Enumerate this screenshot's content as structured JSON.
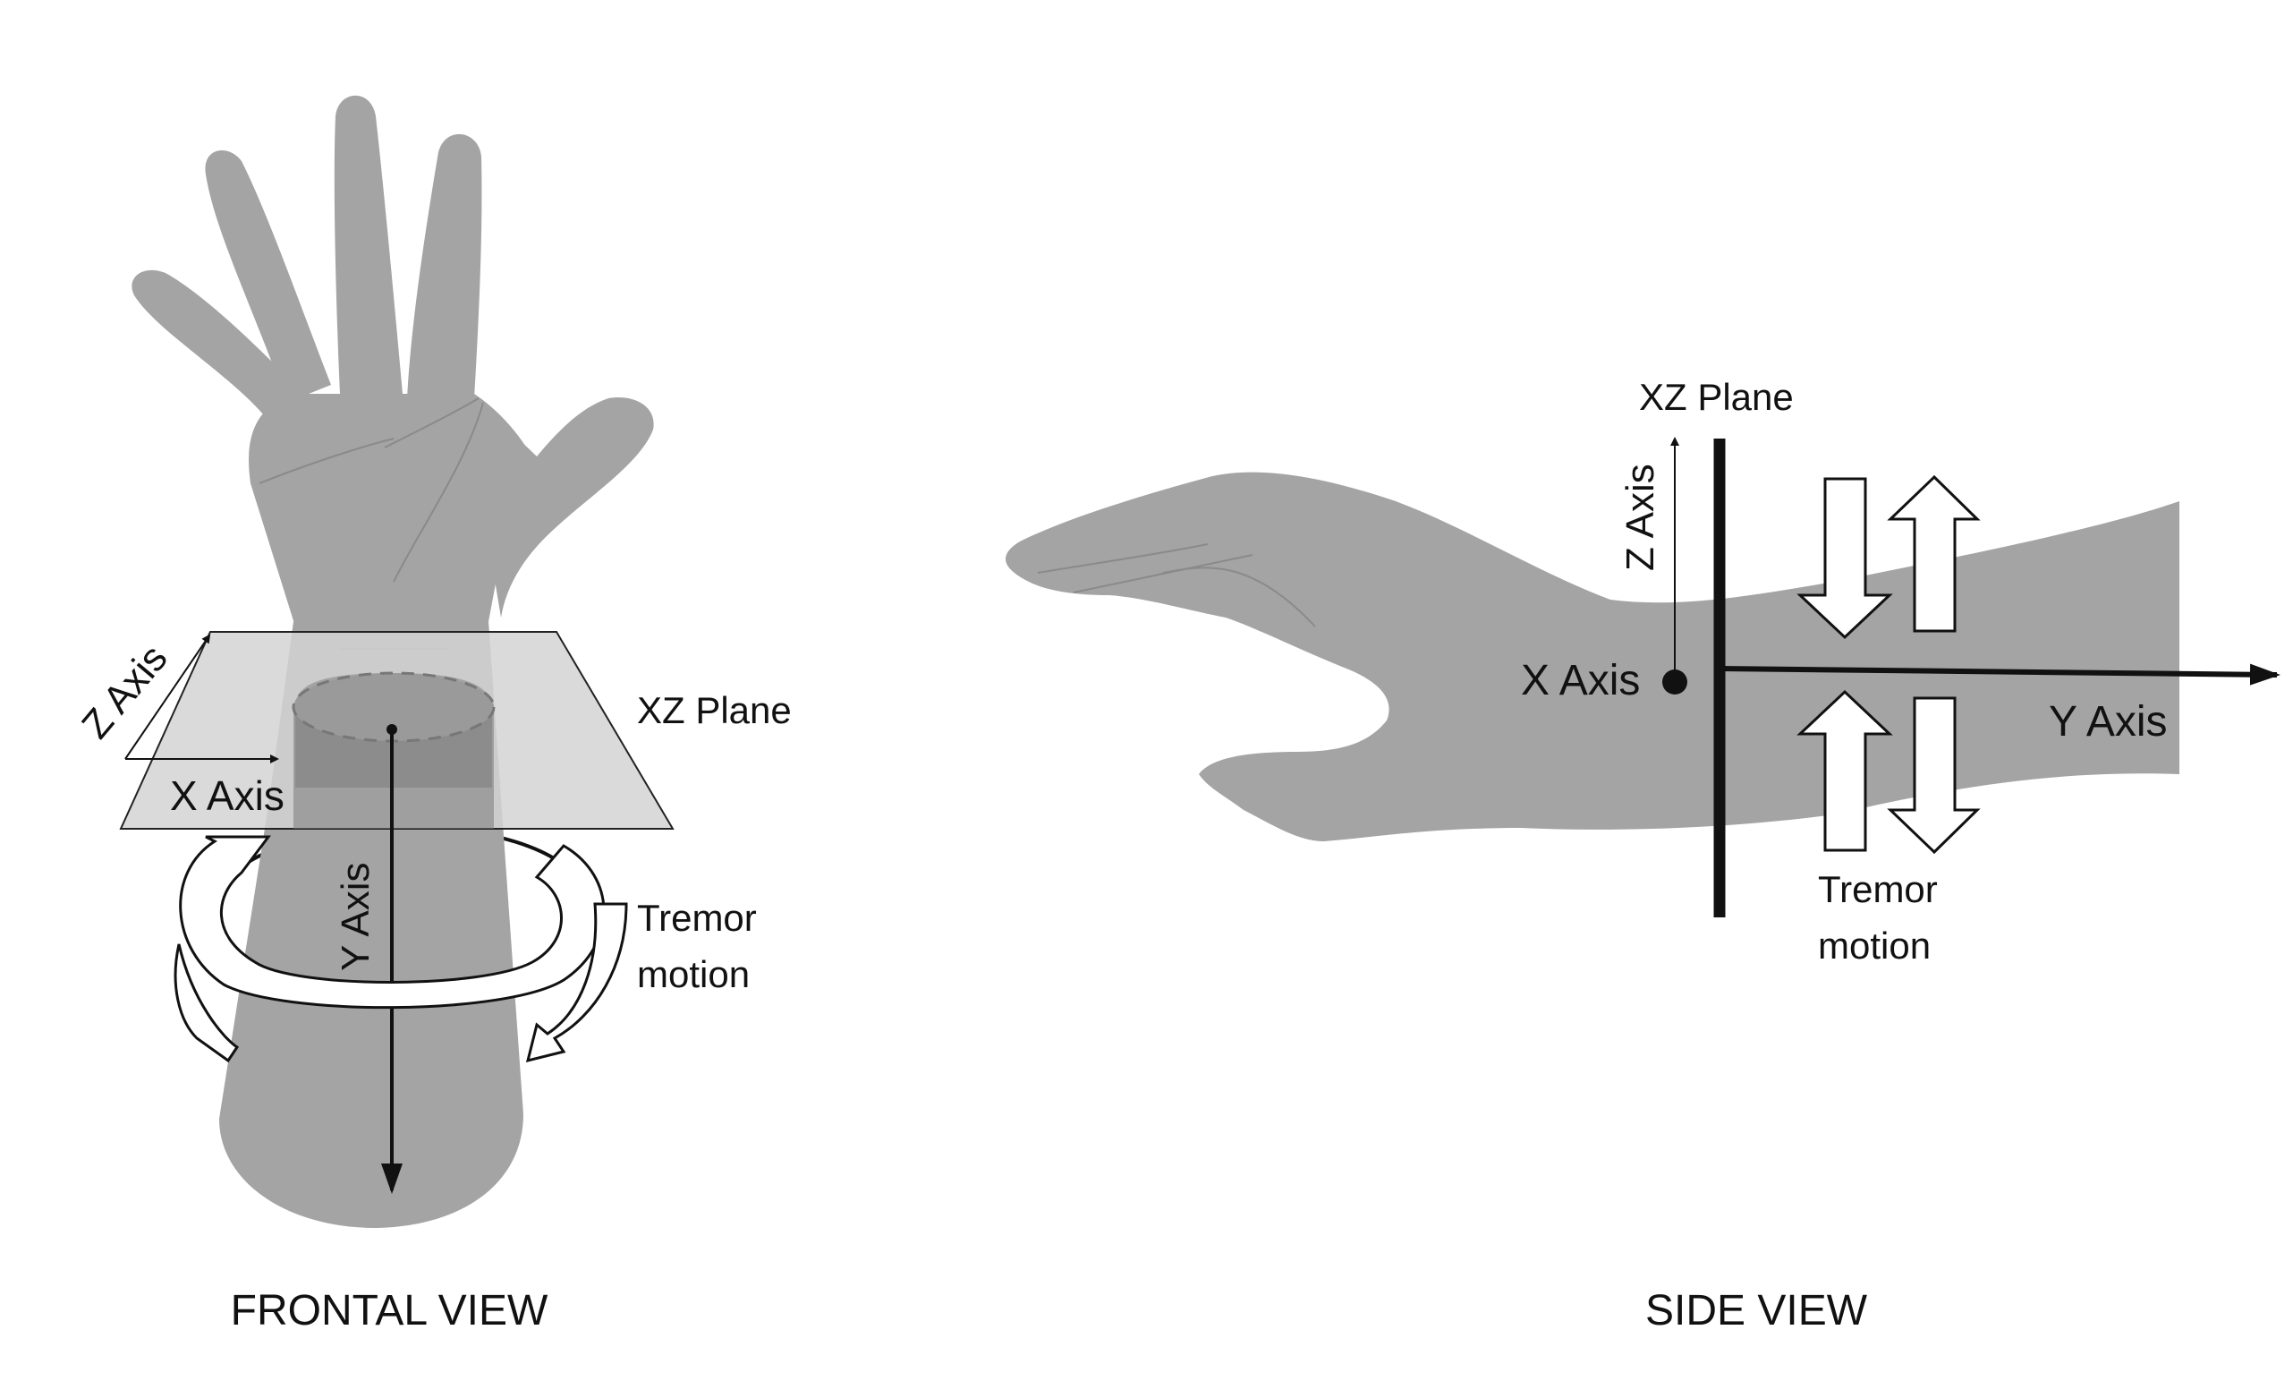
{
  "frontal": {
    "z_axis": "Z Axis",
    "x_axis": "X Axis",
    "xz_plane": "XZ Plane",
    "y_axis": "Y Axis",
    "tremor_line1": "Tremor",
    "tremor_line2": "motion",
    "caption": "FRONTAL VIEW"
  },
  "side": {
    "xz_plane": "XZ Plane",
    "z_axis": "Z Axis",
    "x_axis": "X Axis",
    "y_axis": "Y Axis",
    "tremor_line1": "Tremor",
    "tremor_line2": "motion",
    "caption": "SIDE VIEW"
  },
  "colors": {
    "skin": "#a4a4a4",
    "plane": "#d4d4d4",
    "ink": "#111111"
  }
}
